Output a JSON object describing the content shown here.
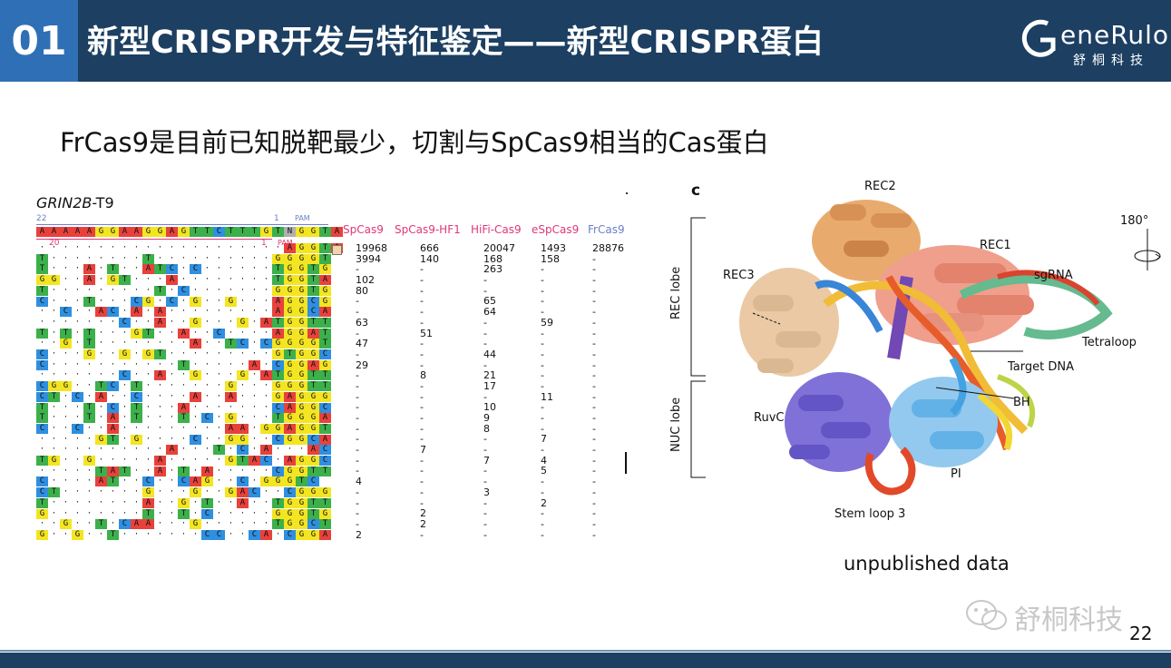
{
  "header": {
    "number": "01",
    "title": "新型CRISPR开发与特征鉴定——新型CRISPR蛋白",
    "logo_name": "eneRulor",
    "logo_cn": "舒桐科技"
  },
  "subtitle": "FrCas9是目前已知脱靶最少，切割与SpCas9相当的Cas蛋白",
  "figure_left": {
    "gene_italic": "GRIN2B",
    "gene_suffix": "-T9",
    "num_22": "22",
    "num_1_top": "1",
    "pam_top": "PAM",
    "num_20": "20",
    "num_1_bottom": "1",
    "pam_bottom": "PAM",
    "target_seq": "AAAAAGGAAGGAGTTCTTTGTNGGTA",
    "sequences": [
      "·····················AGGTA",
      "T········T··········GGGGT",
      "T···A·T··ATC·C······TGGTG",
      "GG··A·GT···A········TGGTA",
      "T·········T·C·······GGGTG",
      "C···T···CG·C·G··G···AGGCG",
      "··C··AC·A·A·········AGGCA",
      "·······C··A··G···G·ATGGTT",
      "T·T·T···GT··A··C····AGGAT",
      "··G·T········A··TC·CGGGGT",
      "C···G··G·GT·········GTGGC",
      "C···········T·····A·CGGAG",
      "·······C··A··G···G·ATGGTT",
      "CGG··TC·T·······G···GGGTT",
      "CT·C·A··C····A··A···GAGGG",
      "T···T·C·T···A·······CAGGC",
      "T···T·A·T···T·C·G···TGGGA",
      "C··C··A·········AA·GGAGGT",
      "·····GT·G····C··GG··CGGCA",
      "···········A···T·C·A···AC",
      "TG··G·····A·····GTAC·AGGC",
      "·····TAT··A·T·A·····CGGTT",
      "C····AT··C··CAG··C·GGGTC",
      "CT·······G···G··GAC··CGGG",
      "T········A··G·T··A··TGGTT",
      "G········T··T·C·····GGGTG",
      "··G··T·CAA···G······TGGCT",
      "G··G··T·······CC··CA·CGGA"
    ],
    "columns": [
      "SpCas9",
      "SpCas9-HF1",
      "HiFi-Cas9",
      "eSpCas9",
      "FrCas9"
    ],
    "column_colors": [
      "#e0367a",
      "#e0367a",
      "#e0367a",
      "#e0367a",
      "#6b7fc8"
    ],
    "values": {
      "SpCas9": [
        "19968",
        "3994",
        "-",
        "102",
        "80",
        "-",
        "-",
        "63",
        "-",
        "47",
        "-",
        "29",
        "-",
        "-",
        "-",
        "-",
        "-",
        "-",
        "-",
        "-",
        "-",
        "-",
        "4",
        "-",
        "-",
        "-",
        "-",
        "2"
      ],
      "SpCas9-HF1": [
        "666",
        "140",
        "-",
        "-",
        "-",
        "-",
        "-",
        "-",
        "51",
        "-",
        "-",
        "-",
        "8",
        "-",
        "-",
        "-",
        "-",
        "-",
        "-",
        "7",
        "-",
        "-",
        "-",
        "-",
        "-",
        "2",
        "2",
        "-"
      ],
      "HiFi-Cas9": [
        "20047",
        "168",
        "263",
        "-",
        "-",
        "65",
        "64",
        "-",
        "-",
        "-",
        "44",
        "-",
        "21",
        "17",
        "-",
        "10",
        "9",
        "8",
        "-",
        "-",
        "7",
        "-",
        "-",
        "3",
        "-",
        "-",
        "-",
        "-"
      ],
      "eSpCas9": [
        "1493",
        "158",
        "-",
        "-",
        "-",
        "-",
        "-",
        "59",
        "-",
        "-",
        "-",
        "-",
        "-",
        "-",
        "11",
        "-",
        "-",
        "-",
        "7",
        "-",
        "4",
        "5",
        "-",
        "-",
        "2",
        "-",
        "-",
        "-"
      ],
      "FrCas9": [
        "28876",
        "-",
        "-",
        "-",
        "-",
        "-",
        "-",
        "-",
        "-",
        "-",
        "-",
        "-",
        "-",
        "-",
        "-",
        "-",
        "-",
        "-",
        "-",
        "-",
        "-",
        "-",
        "-",
        "-",
        "-",
        "-",
        "-",
        "-"
      ]
    }
  },
  "figure_right": {
    "panel_letter": "c",
    "labels": {
      "rec2": "REC2",
      "rec1": "REC1",
      "rec3": "REC3",
      "sgrna": "sgRNA",
      "tetraloop": "Tetraloop",
      "target_dna": "Target DNA",
      "bh": "BH",
      "ruvc": "RuvC",
      "pi": "PI",
      "stem_loop": "Stem loop 3",
      "rotation": "180°",
      "rec_lobe": "REC lobe",
      "nuc_lobe": "NUC lobe"
    },
    "caption": "unpublished data"
  },
  "watermark": "舒桐科技",
  "page_number": "22",
  "colors": {
    "header_bg": "#1c3f62",
    "number_bg": "#2f6fb6",
    "base_A": "#e8413c",
    "base_C": "#2f8fe0",
    "base_G": "#f3e521",
    "base_T": "#3cb04a"
  }
}
